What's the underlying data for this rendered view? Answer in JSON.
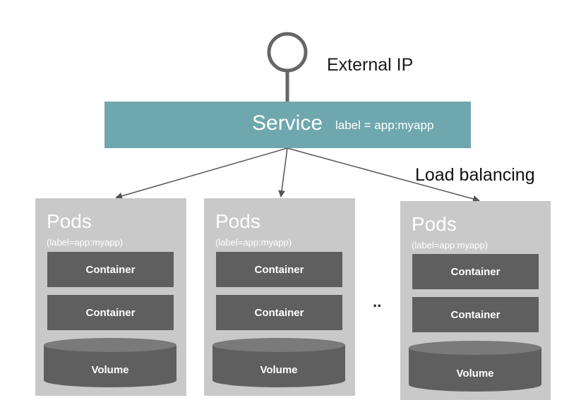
{
  "external_ip_label": "External IP",
  "service": {
    "title": "Service",
    "label": "label = app:myapp"
  },
  "load_balancing_label": "Load balancing",
  "pods": [
    {
      "title": "Pods",
      "label": "(label=app:myapp)",
      "containers": [
        "Container",
        "Container"
      ],
      "volume": "Volume"
    },
    {
      "title": "Pods",
      "label": "(label=app:myapp)",
      "containers": [
        "Container",
        "Container"
      ],
      "volume": "Volume"
    },
    {
      "title": "Pods",
      "label": "(label=app:myapp)",
      "containers": [
        "Container",
        "Container"
      ],
      "volume": "Volume"
    }
  ],
  "ellipsis": "..",
  "colors": {
    "service": "#6fa7ae",
    "pod": "#c9c9c9",
    "container": "#5f5f5f",
    "connector": "#666666"
  }
}
